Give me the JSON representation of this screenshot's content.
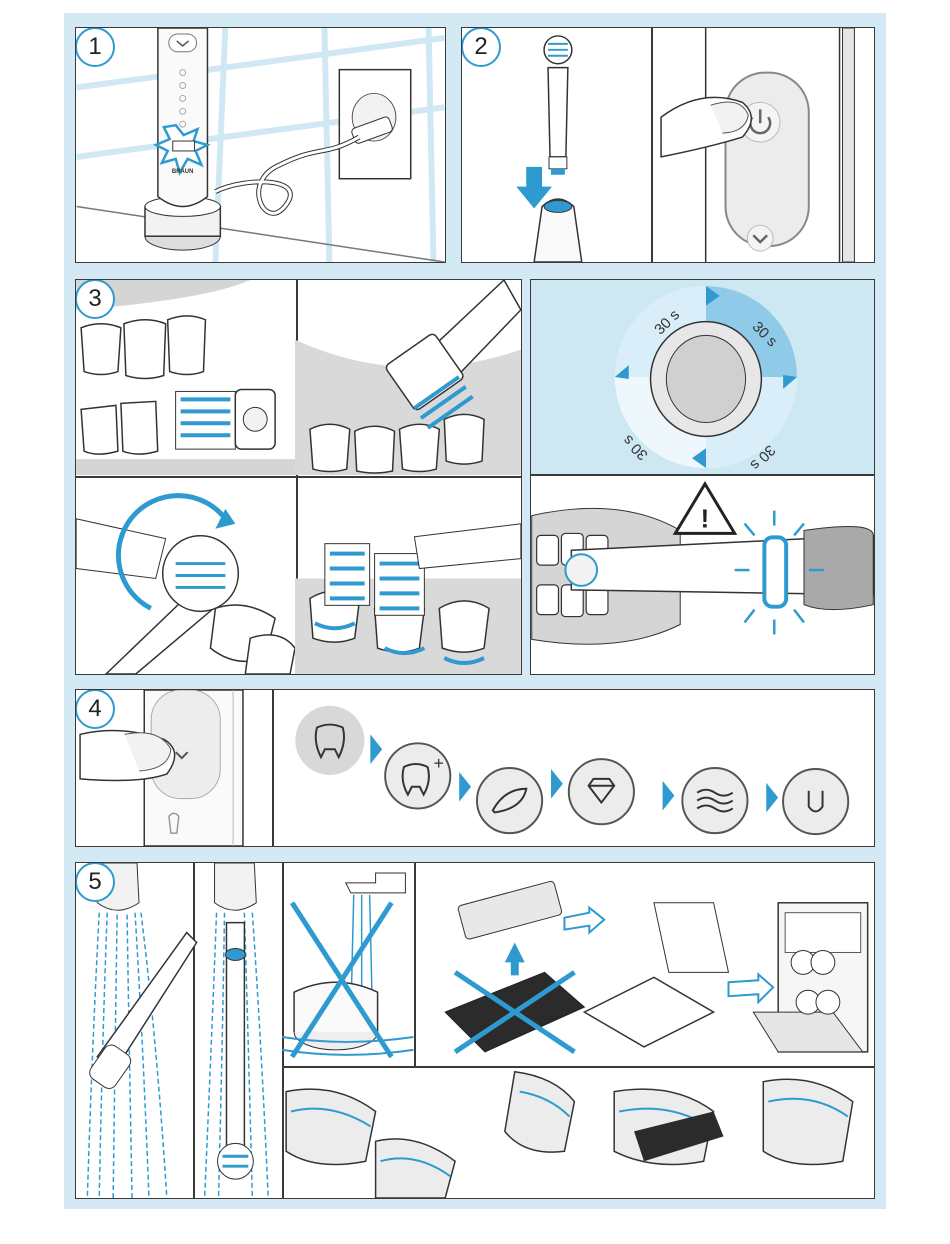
{
  "steps": {
    "s1": "1",
    "s2": "2",
    "s3": "3",
    "s4": "4",
    "s5": "5"
  },
  "timer": {
    "q1": "30 s",
    "q2": "30 s",
    "q3": "30 s",
    "q4": "30 s"
  },
  "brand": "BRAUN",
  "warning_symbol": "!",
  "mode_icons": [
    "tooth-icon",
    "tooth-plus-icon",
    "feather-icon",
    "diamond-icon",
    "waves-icon",
    "tongue-icon"
  ],
  "colors": {
    "accent": "#2f9ad0",
    "sheet": "#d3eaf5",
    "outline": "#3a3a3a",
    "gum": "#c8c8c8"
  }
}
